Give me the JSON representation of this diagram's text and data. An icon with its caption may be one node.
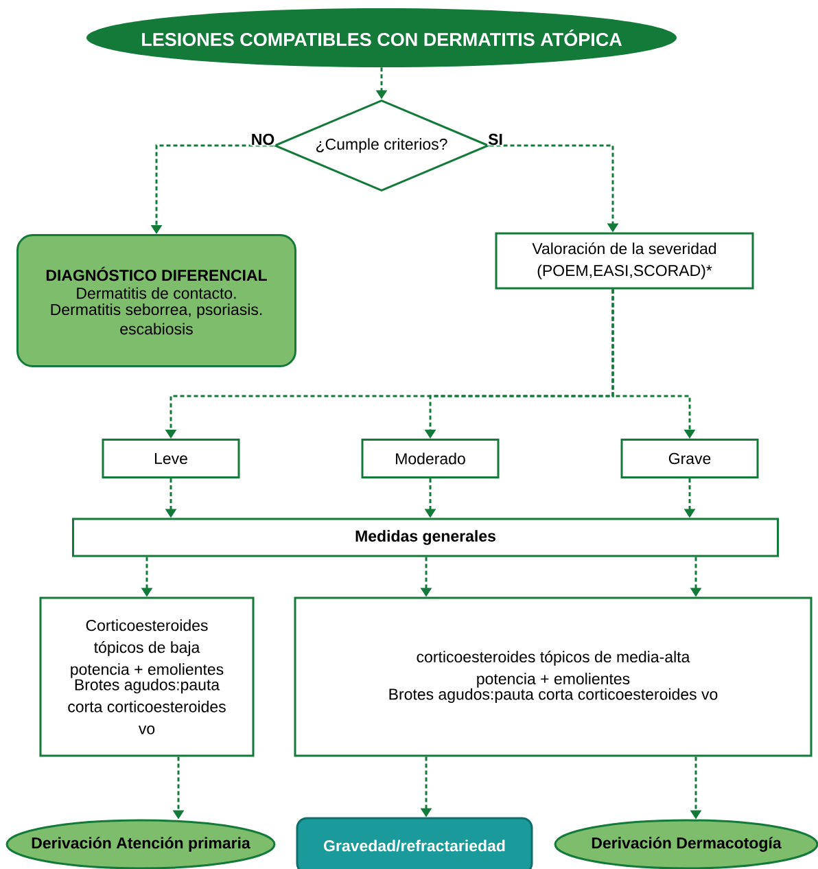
{
  "diagram": {
    "nodes": [
      {
        "text": [
          "LESIONES COMPATIBLES CON DERMATITIS ATÓPICA"
        ]
      },
      {
        "text": [
          "¿Cumple criterios?"
        ]
      },
      {
        "text": [
          "DIAGNÓSTICO DIFERENCIAL",
          "Dermatitis de contacto.",
          "Dermatitis seborrea, psoriasis.",
          "escabiosis"
        ]
      },
      {
        "text": [
          "Valoración de la severidad (POEM,EASI,SCORAD)*"
        ]
      },
      {
        "text": [
          "Leve"
        ]
      },
      {
        "text": [
          "Moderado"
        ]
      },
      {
        "text": [
          "Grave"
        ]
      },
      {
        "text": [
          "Medidas generales"
        ]
      },
      {
        "text": [
          "Corticoesteroides tópicos de baja potencia + emolientes",
          "Brotes agudos:pauta corta corticoesteroides vo"
        ]
      },
      {
        "text": [
          "corticoesteroides tópicos de media-alta potencia + emolientes",
          "Brotes agudos:pauta corta corticoesteroides vo"
        ]
      },
      {
        "text": [
          "Derivación Atención primaria"
        ]
      },
      {
        "text": [
          "Gravedad/refractariedad"
        ]
      },
      {
        "text": [
          "Derivación Dermacotogía"
        ]
      }
    ],
    "edges": [
      {
        "from": 0,
        "to": 1,
        "arrow": "to",
        "style": "dashed"
      },
      {
        "from": 1,
        "to": 2,
        "arrow": "to",
        "style": "dashed",
        "label": "NO"
      },
      {
        "from": 1,
        "to": 3,
        "arrow": "to",
        "style": "dashed",
        "label": "SI"
      },
      {
        "from": 3,
        "to": 4,
        "arrow": "to",
        "style": "dashed"
      },
      {
        "from": 3,
        "to": 5,
        "arrow": "to",
        "style": "dashed"
      },
      {
        "from": 3,
        "to": 6,
        "arrow": "to",
        "style": "dashed"
      },
      {
        "from": 4,
        "to": 7,
        "arrow": "to",
        "style": "dashed"
      },
      {
        "from": 5,
        "to": 7,
        "arrow": "to",
        "style": "dashed"
      },
      {
        "from": 6,
        "to": 7,
        "arrow": "to",
        "style": "dashed"
      },
      {
        "from": 7,
        "to": 8,
        "arrow": "to",
        "style": "dashed"
      },
      {
        "from": 7,
        "to": 9,
        "arrow": "to",
        "style": "dashed"
      },
      {
        "from": 7,
        "to": 9,
        "arrow": "to",
        "style": "dashed"
      },
      {
        "from": 8,
        "to": 10,
        "arrow": "to",
        "style": "dashed"
      },
      {
        "from": 9,
        "to": 11,
        "arrow": "to",
        "style": "dashed"
      },
      {
        "from": 9,
        "to": 12,
        "arrow": "to",
        "style": "dashed"
      }
    ]
  }
}
